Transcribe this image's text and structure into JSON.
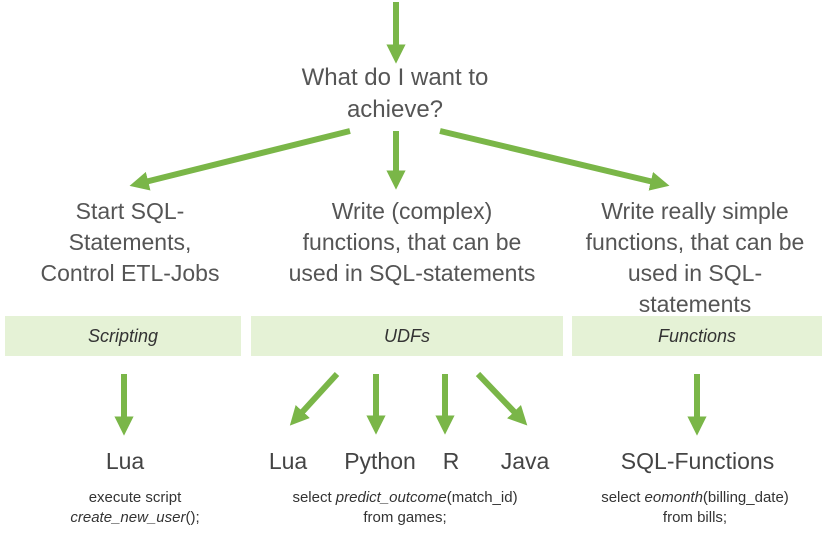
{
  "question": {
    "line1": "What do I want to",
    "line2": "achieve?"
  },
  "goals": [
    {
      "lines": [
        "Start SQL-",
        "Statements,",
        "Control ETL-Jobs"
      ]
    },
    {
      "lines": [
        "Write (complex)",
        "functions, that can be",
        "used in SQL-statements"
      ]
    },
    {
      "lines": [
        "Write really simple",
        "functions, that can be",
        "used in SQL-",
        "statements"
      ]
    }
  ],
  "categories": [
    "Scripting",
    "UDFs",
    "Functions"
  ],
  "languages": {
    "scripting": "Lua",
    "udfs": [
      "Lua",
      "Python",
      "R",
      "Java"
    ],
    "functions": "SQL-Functions"
  },
  "examples": {
    "scripting": {
      "line1": "execute script",
      "fn": "create_new_user",
      "tail": "();"
    },
    "udfs": {
      "pre": "select ",
      "fn": "predict_outcome",
      "args": "(match_id)",
      "line2": "from games;"
    },
    "functions": {
      "pre": "select ",
      "fn": "eomonth",
      "args": "(billing_date)",
      "line2": "from bills;"
    }
  },
  "colors": {
    "arrow": "#7ab648",
    "band": "#e5f2d6",
    "text": "#444444"
  }
}
